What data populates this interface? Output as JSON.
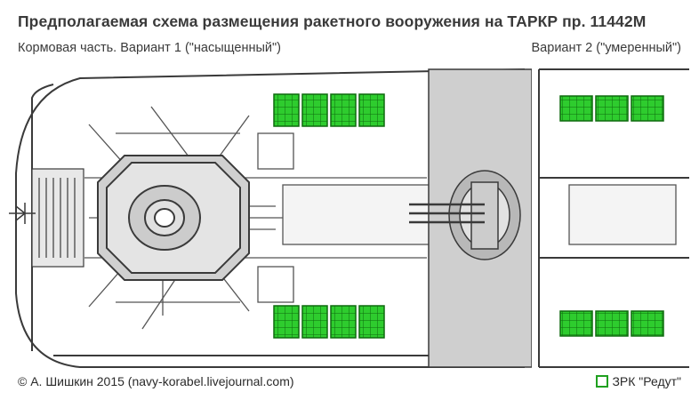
{
  "title": "Предполагаемая схема размещения ракетного вооружения на ТАРКР пр. 11442М",
  "subtitle_left": "Кормовая часть. Вариант 1 (\"насыщенный\")",
  "subtitle_right": "Вариант 2 (\"умеренный\")",
  "copyright": "© А. Шишкин 2015 (navy-korabel.livejournal.com)",
  "legend": {
    "label": "ЗРК \"Редут\"",
    "color": "#1fa01f"
  },
  "variant1": {
    "launcher_groups": 2,
    "modules_per_group": 4
  },
  "variant2": {
    "launcher_groups": 2,
    "modules_per_group": 3
  }
}
